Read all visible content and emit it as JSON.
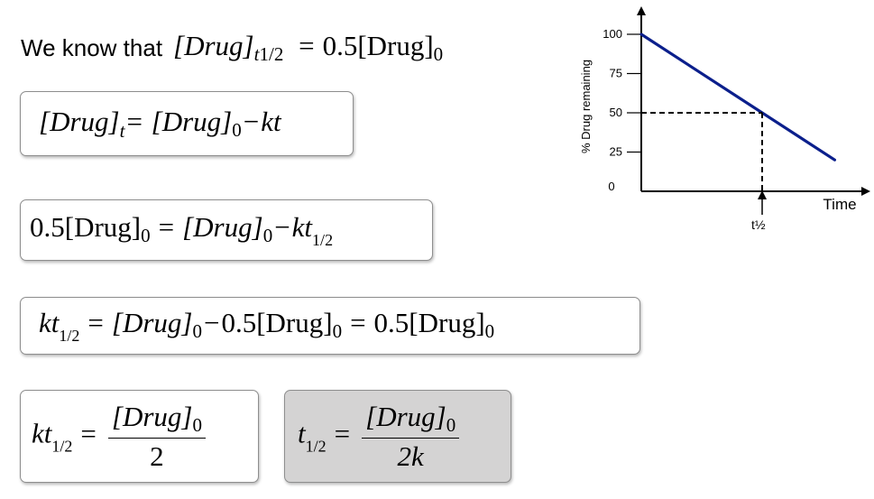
{
  "intro": {
    "text": "We know that",
    "lhs": "[Drug]",
    "lhs_sub_t": "t",
    "lhs_sub_num": "1",
    "lhs_sub_den": "2",
    "eq": "=",
    "rhs": "0.5[Drug]",
    "rhs_sub": "0"
  },
  "eq1": {
    "a": "[Drug]",
    "a_sub": "t",
    "eq": "=",
    "b": "[Drug]",
    "b_sub": "0",
    "minus": "−",
    "c": "kt"
  },
  "eq2": {
    "a": "0.5[Drug]",
    "a_sub": "0",
    "eq": "=",
    "b": "[Drug]",
    "b_sub": "0",
    "minus": "−",
    "c": "kt",
    "c_sub_num": "1",
    "c_sub_den": "2"
  },
  "eq3": {
    "a": "kt",
    "a_sub_num": "1",
    "a_sub_den": "2",
    "eq1": "=",
    "b": "[Drug]",
    "b_sub": "0",
    "minus": "−",
    "c": "0.5[Drug]",
    "c_sub": "0",
    "eq2": "=",
    "d": "0.5[Drug]",
    "d_sub": "0"
  },
  "eq4": {
    "a": "kt",
    "a_sub_num": "1",
    "a_sub_den": "2",
    "eq": "=",
    "num": "[Drug]",
    "num_sub": "0",
    "den": "2"
  },
  "eq5": {
    "a": "t",
    "a_sub_num": "1",
    "a_sub_den": "2",
    "eq": "=",
    "num": "[Drug]",
    "num_sub": "0",
    "den": "2k"
  },
  "chart_data": {
    "type": "line",
    "xlabel": "Time",
    "ylabel": "% Drug remaining",
    "ylim": [
      0,
      100
    ],
    "yticks": [
      0,
      25,
      50,
      75,
      100
    ],
    "grid": false,
    "series": [
      {
        "x": [
          0,
          1.0,
          1.6
        ],
        "y": [
          100,
          50,
          20
        ],
        "color": "#0b1f8c"
      }
    ],
    "annotations": [
      {
        "type": "dashed-guide",
        "x": 1.0,
        "y": 50
      },
      {
        "type": "arrow-label",
        "x": 1.0,
        "label": "t½"
      }
    ]
  }
}
